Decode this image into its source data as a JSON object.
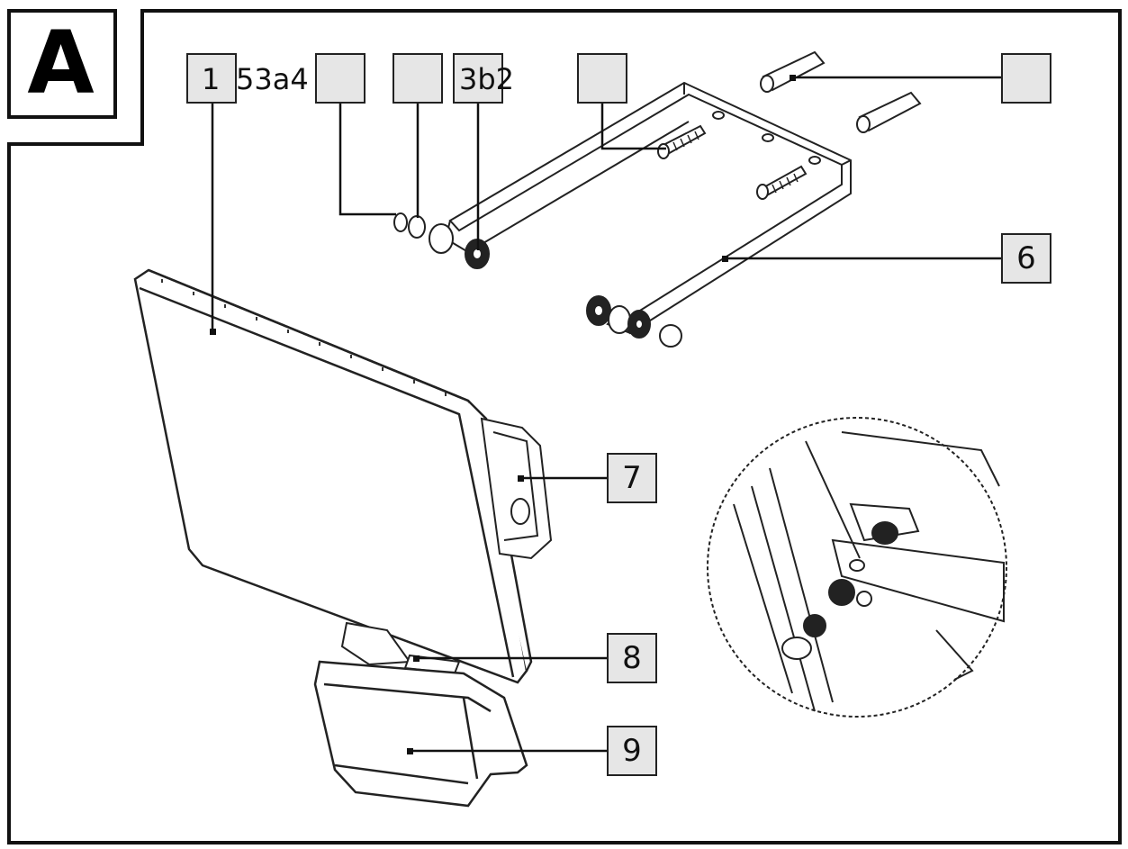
{
  "panel_letter": "A",
  "callouts": {
    "c1": "1",
    "c53a4": "53a4",
    "c3b2": "3b2",
    "c6": "6",
    "c7": "7",
    "c8": "8",
    "c9": "9"
  },
  "colors": {
    "line": "#1a1a1a",
    "callout_fill": "#e6e6e6"
  },
  "icons": [
    "solar-panel",
    "lamp-head",
    "pir-sensor",
    "mounting-bracket",
    "wall-plug",
    "screw",
    "washer",
    "nut",
    "detail-magnifier"
  ]
}
